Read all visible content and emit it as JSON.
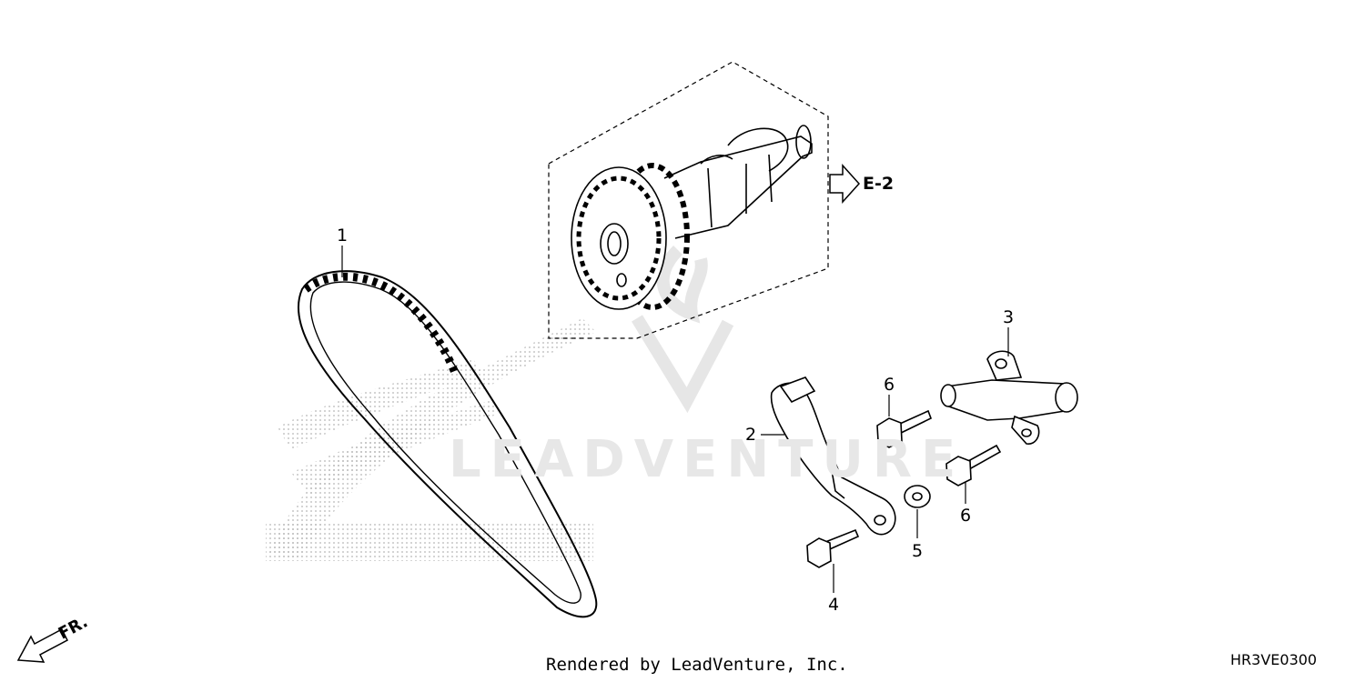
{
  "diagram": {
    "callouts": [
      {
        "id": "1",
        "label": "1"
      },
      {
        "id": "2",
        "label": "2"
      },
      {
        "id": "3",
        "label": "3"
      },
      {
        "id": "4",
        "label": "4"
      },
      {
        "id": "5",
        "label": "5"
      },
      {
        "id": "6a",
        "label": "6"
      },
      {
        "id": "6b",
        "label": "6"
      }
    ],
    "reference_label": "E-2",
    "front_label": "FR.",
    "footer_text": "Rendered by LeadVenture, Inc.",
    "diagram_code": "HR3VE0300",
    "watermark_text": "LEADVENTURE",
    "colors": {
      "line": "#000000",
      "watermark": "#e7e7e7",
      "dots": "#b5b5b5"
    }
  }
}
